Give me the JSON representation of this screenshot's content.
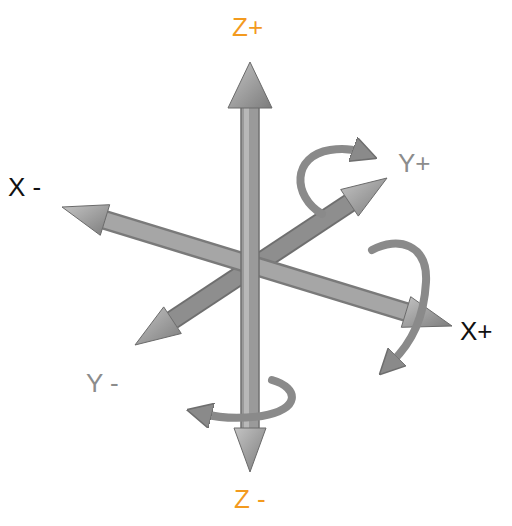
{
  "diagram": {
    "labels": [
      "Z+",
      "X -",
      "Y+",
      "X+",
      "Y -",
      "Z -"
    ]
  }
}
